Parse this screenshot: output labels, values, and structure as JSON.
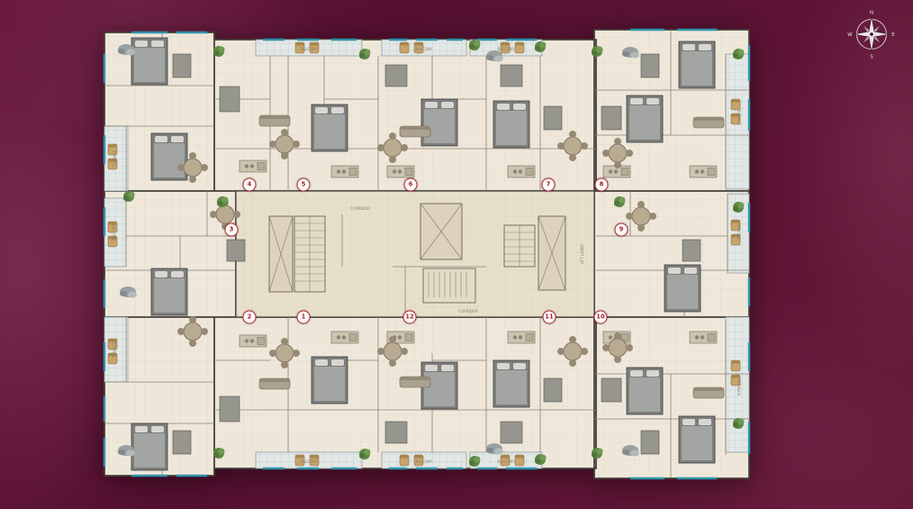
{
  "scene": {
    "description": "Typical residential floor plan with 12 apartment units around a central corridor core",
    "background_color": "#5c1334"
  },
  "compass": {
    "north": "N",
    "east": "E",
    "south": "S",
    "west": "W"
  },
  "units": [
    {
      "number": "1"
    },
    {
      "number": "2"
    },
    {
      "number": "3"
    },
    {
      "number": "4"
    },
    {
      "number": "5"
    },
    {
      "number": "6"
    },
    {
      "number": "7"
    },
    {
      "number": "8"
    },
    {
      "number": "9"
    },
    {
      "number": "10"
    },
    {
      "number": "11"
    },
    {
      "number": "12"
    }
  ],
  "labels": {
    "balcony": "BALCONY",
    "terrace": "TERRACE",
    "corridor": "CORRIDOR",
    "lift_lobby": "LIFT LOBBY"
  },
  "colors": {
    "floor": "#efe8da",
    "wall": "#43403a",
    "window_accent": "#2f93ab",
    "badge_red": "#b22c3c",
    "plant_green": "#5e8746",
    "balcony_tile": "#e2e8e6"
  }
}
